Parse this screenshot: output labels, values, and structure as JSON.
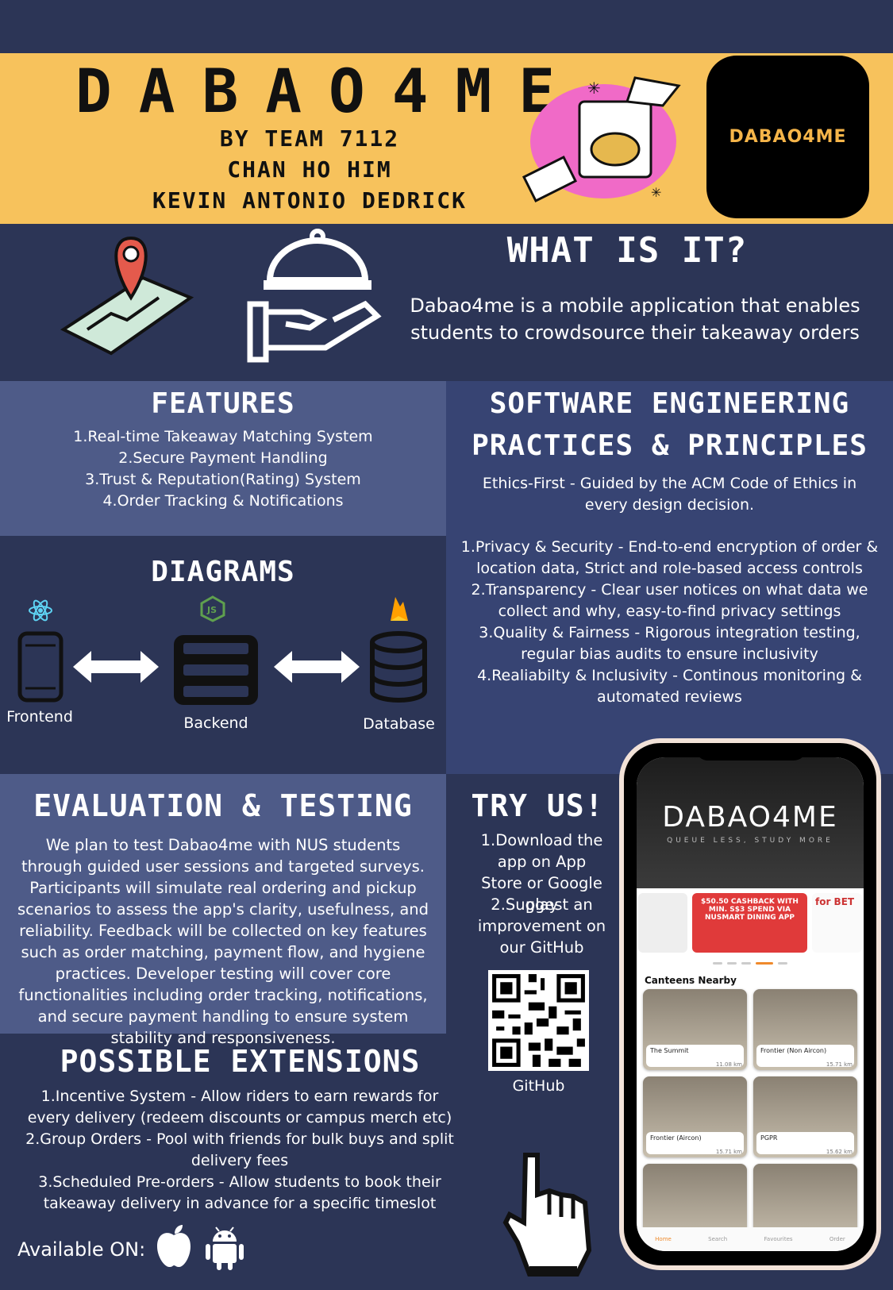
{
  "header": {
    "title": "DABAO4ME",
    "by": "BY TEAM 7112",
    "member1": "CHAN HO HIM",
    "member2": "KEVIN ANTONIO DEDRICK",
    "logo_text": "DABAO4ME"
  },
  "what": {
    "title": "WHAT IS IT?",
    "text": "Dabao4me is a mobile application that enables students to crowdsource their takeaway orders"
  },
  "features": {
    "title": "FEATURES",
    "items": [
      "1.Real-time Takeaway Matching System",
      "2.Secure Payment Handling",
      "3.Trust & Reputation(Rating) System",
      "4.Order Tracking & Notifications"
    ]
  },
  "diagrams": {
    "title": "DIAGRAMS",
    "frontend": "Frontend",
    "backend": "Backend",
    "database": "Database"
  },
  "se": {
    "title1": "SOFTWARE ENGINEERING",
    "title2": "PRACTICES & PRINCIPLES",
    "intro": "Ethics-First - Guided by the ACM Code of Ethics in every design decision.",
    "items": [
      "1.Privacy & Security - End-to-end encryption of order & location data, Strict and role-based access controls",
      "2.Transparency - Clear user notices on what data we collect and why, easy-to-find privacy settings",
      "3.Quality & Fairness - Rigorous integration testing, regular bias audits to ensure inclusivity",
      "4.Realiabilty & Inclusivity - Continous monitoring & automated reviews"
    ]
  },
  "evaluation": {
    "title": "EVALUATION & TESTING",
    "text": "We plan to test Dabao4me with NUS students through guided user sessions and targeted surveys. Participants will simulate real ordering and pickup scenarios to assess the app's clarity, usefulness, and reliability. Feedback will be collected on key features such as order matching, payment flow, and hygiene practices. Developer testing will cover core functionalities including order tracking, notifications, and secure payment handling to ensure system stability and responsiveness."
  },
  "try": {
    "title": "TRY US!",
    "step1": "1.Download the app on App Store or Google play",
    "step2": "2.Suggest an improvement on our GitHub",
    "qr_label": "GitHub"
  },
  "extensions": {
    "title": "POSSIBLE EXTENSIONS",
    "items": [
      "1.Incentive System - Allow riders to earn rewards for every delivery (redeem discounts or campus merch etc)",
      "2.Group Orders - Pool with friends for bulk buys and split delivery fees",
      "3.Scheduled Pre-orders - Allow students to book their takeaway delivery in advance for a specific timeslot"
    ]
  },
  "available": "Available ON:",
  "phone": {
    "logo": "DABAO4ME",
    "tagline": "QUEUE LESS, STUDY MORE",
    "banner_text": "$50.50 CASHBACK WITH MIN. S$3 SPEND VIA NUSMART DINING APP",
    "banner_side": "for BET",
    "canteens_title": "Canteens Nearby",
    "canteens": [
      {
        "name": "The Summit",
        "km": "11.08 km"
      },
      {
        "name": "Frontier (Non Aircon)",
        "km": "15.71 km"
      },
      {
        "name": "Frontier (Aircon)",
        "km": "15.71 km"
      },
      {
        "name": "PGPR",
        "km": "15.62 km"
      }
    ],
    "nav": [
      "Home",
      "Search",
      "Favourites",
      "Order"
    ]
  },
  "colors": {
    "header_bg": "#f7c25c",
    "dark_bg": "#2c3556",
    "light_panel": "#4e5b88",
    "mid_panel": "#374473"
  }
}
